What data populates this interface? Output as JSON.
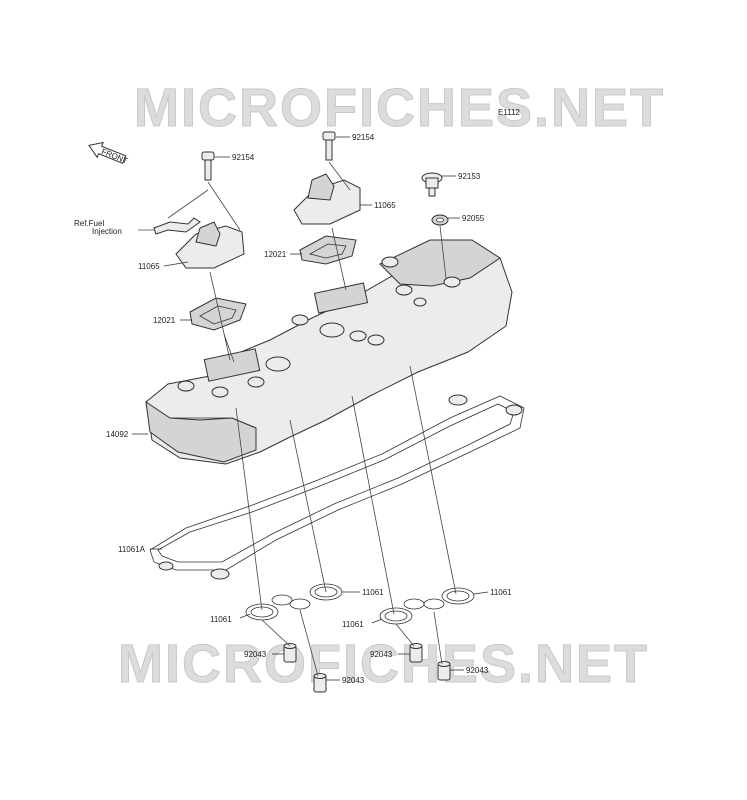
{
  "watermark": "MICROFICHES.NET",
  "diagram_code": "E1112",
  "front_label": "FRONT",
  "ref_note": {
    "line1": "Ref.Fuel",
    "line2": "Injection"
  },
  "callouts": [
    {
      "key": "bolt_left",
      "text": "92154"
    },
    {
      "key": "bolt_right",
      "text": "92154"
    },
    {
      "key": "bolt_seal_bolt",
      "text": "92153"
    },
    {
      "key": "washer",
      "text": "92055"
    },
    {
      "key": "breather_left",
      "text": "11065"
    },
    {
      "key": "breather_right",
      "text": "11065"
    },
    {
      "key": "plate_left",
      "text": "12021"
    },
    {
      "key": "plate_right",
      "text": "12021"
    },
    {
      "key": "cover",
      "text": "14092"
    },
    {
      "key": "cover_gasket",
      "text": "11061A"
    },
    {
      "key": "gasket_a",
      "text": "11061"
    },
    {
      "key": "gasket_b",
      "text": "11061"
    },
    {
      "key": "gasket_c",
      "text": "11061"
    },
    {
      "key": "gasket_d",
      "text": "11061"
    },
    {
      "key": "dowel_a",
      "text": "92043"
    },
    {
      "key": "dowel_b",
      "text": "92043"
    },
    {
      "key": "dowel_c",
      "text": "92043"
    },
    {
      "key": "dowel_d",
      "text": "92043"
    }
  ]
}
